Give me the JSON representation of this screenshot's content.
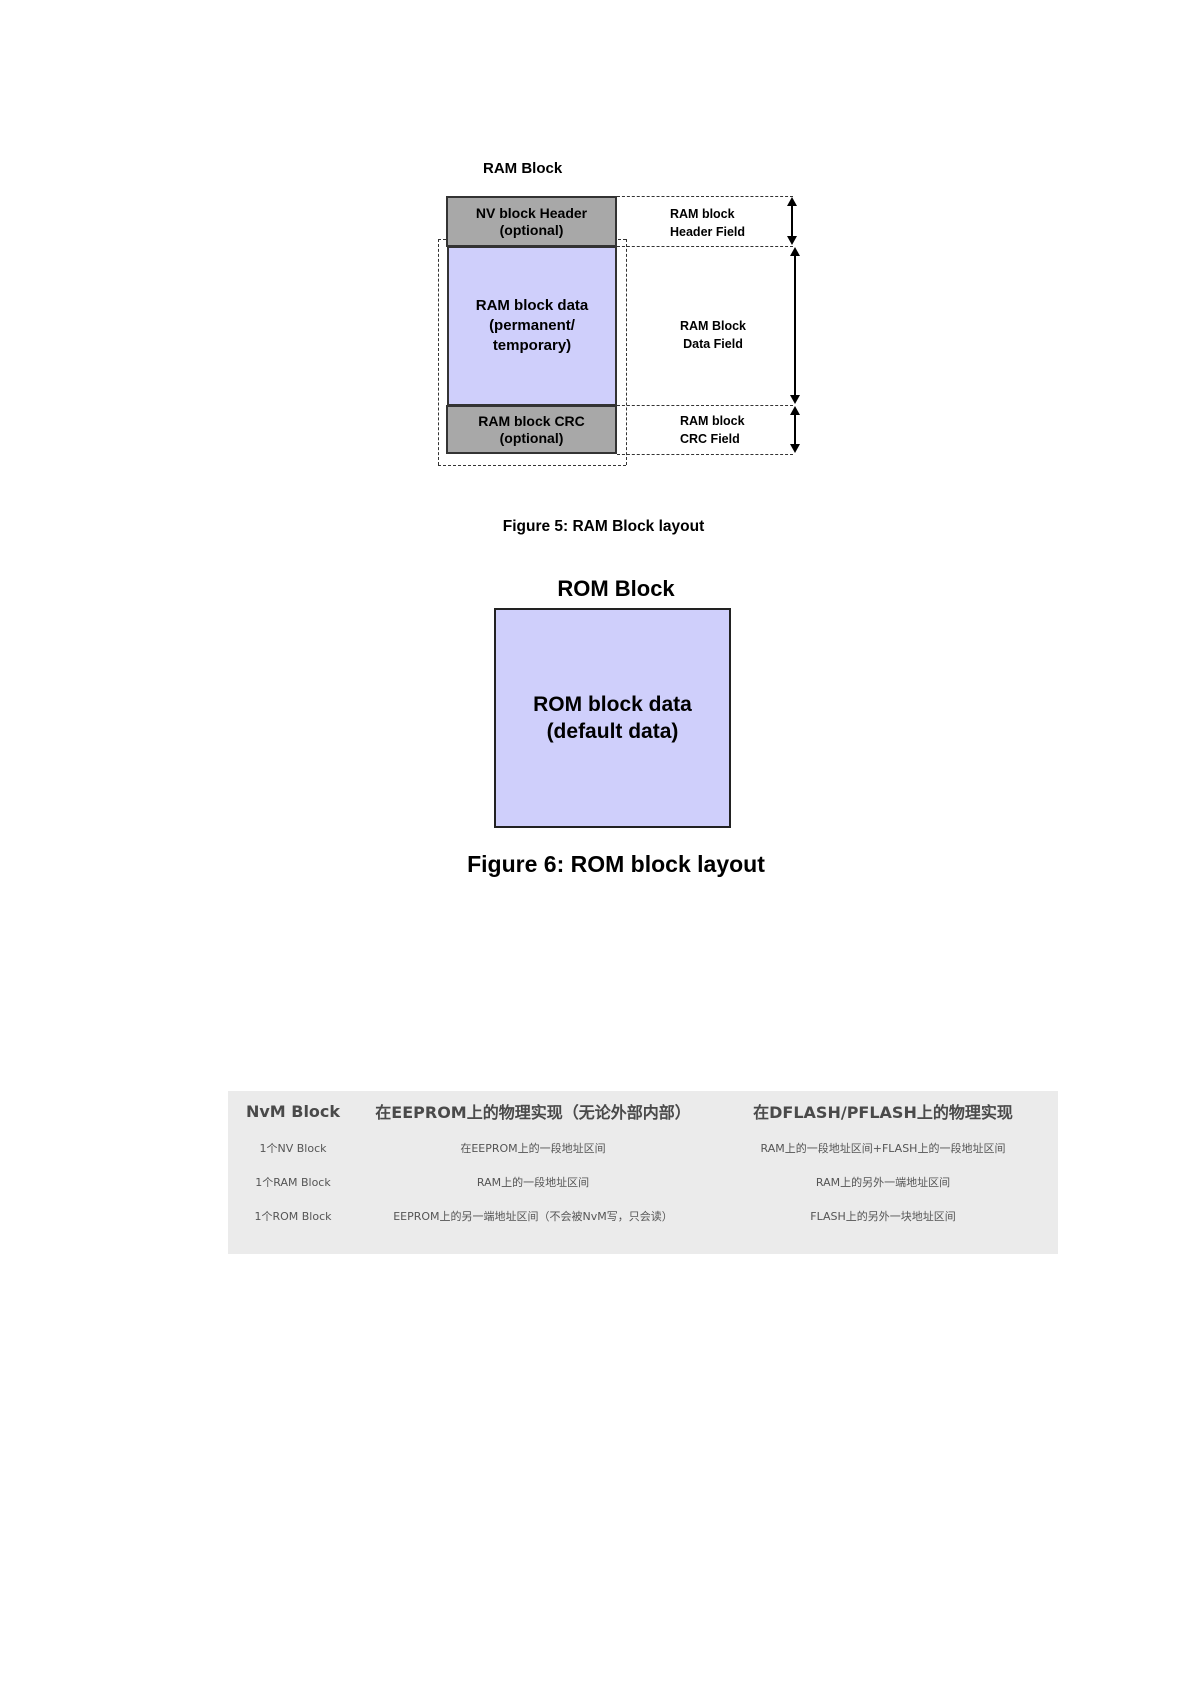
{
  "figure5": {
    "title": "RAM Block",
    "nv_header": [
      "NV block Header",
      "(optional)"
    ],
    "ram_data": [
      "RAM block data",
      "(permanent/",
      "temporary)"
    ],
    "ram_crc": [
      "RAM block CRC",
      "(optional)"
    ],
    "header_field": [
      "RAM block",
      "Header Field"
    ],
    "data_field": [
      "RAM Block",
      "Data Field"
    ],
    "crc_field": [
      "RAM block",
      "CRC Field"
    ],
    "caption": "Figure 5: RAM Block layout",
    "colors": {
      "header_fill": "#a8a8a8",
      "data_fill": "#cfcffb"
    }
  },
  "figure6": {
    "title": "ROM Block",
    "rom_data": [
      "ROM block data",
      "(default data)"
    ],
    "caption": "Figure 6: ROM block layout",
    "colors": {
      "data_fill": "#cfcffb"
    }
  },
  "table": {
    "headers": [
      "NvM Block",
      "在EEPROM上的物理实现（无论外部内部）",
      "在DFLASH/PFLASH上的物理实现"
    ],
    "rows": [
      [
        "1个NV Block",
        "在EEPROM上的一段地址区间",
        "RAM上的一段地址区间+FLASH上的一段地址区间"
      ],
      [
        "1个RAM Block",
        "RAM上的一段地址区间",
        "RAM上的另外一端地址区间"
      ],
      [
        "1个ROM Block",
        "EEPROM上的另一端地址区间（不会被NvM写，只会读）",
        "FLASH上的另外一块地址区间"
      ]
    ],
    "colors": {
      "panel": "#ebebeb"
    }
  }
}
